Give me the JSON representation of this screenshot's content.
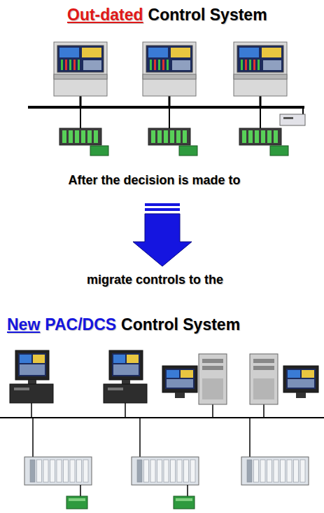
{
  "diagram": {
    "labels": [
      "Out-dated",
      "Control System",
      "After the decision is made to",
      "migrate controls to the",
      "New",
      "PAC/DCS",
      "Control System"
    ]
  }
}
